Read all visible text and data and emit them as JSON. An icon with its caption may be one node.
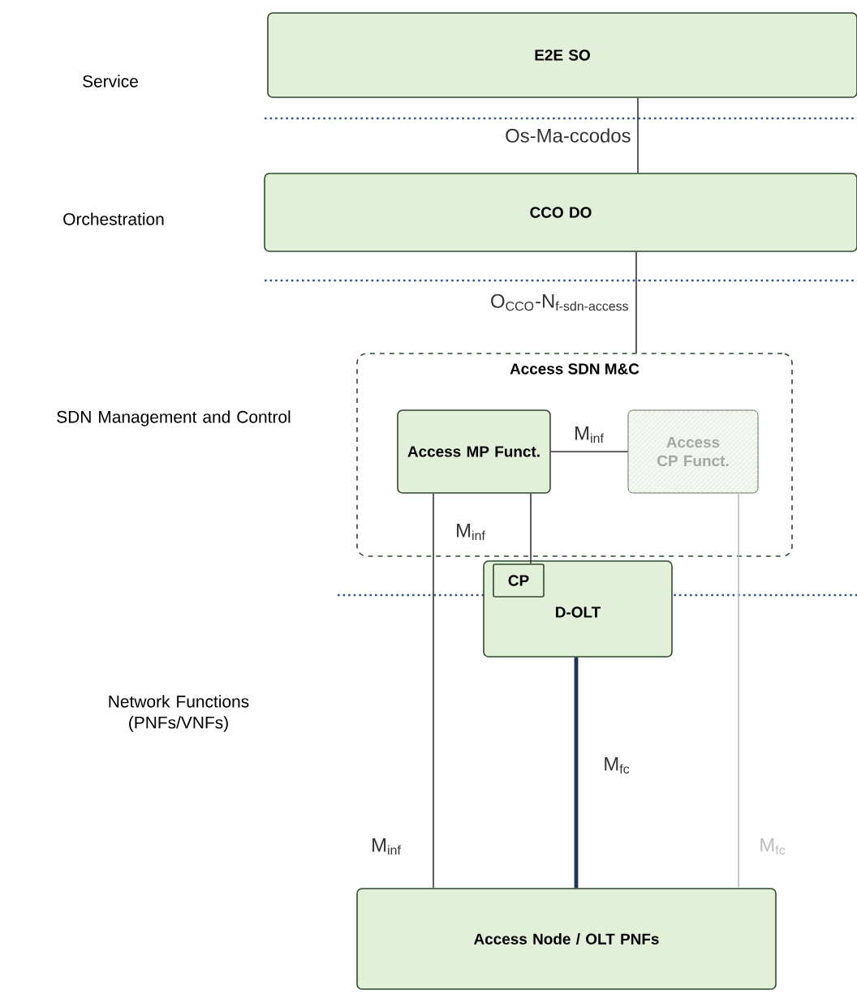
{
  "diagram": {
    "nodes": [
      {
        "text": [
          "E2E SO"
        ]
      },
      {
        "text": [
          "CCO DO"
        ]
      },
      {
        "text": [
          "Access SDN M&C"
        ]
      },
      {
        "text": [
          "Access MP Funct."
        ],
        "in": 2
      },
      {
        "text": [
          "Access CP Funct."
        ],
        "in": 2
      },
      {
        "text": [
          "D-OLT"
        ]
      },
      {
        "text": [
          "CP"
        ],
        "in": 5
      },
      {
        "text": [
          "Access Node / OLT PNFs"
        ]
      }
    ],
    "edges": [
      {
        "from": 0,
        "to": 1,
        "arrow": "none",
        "label": "Os-Ma-ccodos"
      },
      {
        "from": 1,
        "to": 2,
        "arrow": "none",
        "label": "\\text{O}_{\\text{CCO}}\\text{-N}_{\\text{f-sdn-access}}"
      },
      {
        "from": 3,
        "to": 4,
        "arrow": "none",
        "label": "M$_{inf}$"
      },
      {
        "from": 3,
        "to": 6,
        "arrow": "none",
        "label": "M$_{inf}$"
      },
      {
        "from": 3,
        "to": 7,
        "arrow": "none",
        "label": "M$_{inf}$"
      },
      {
        "from": 5,
        "to": 7,
        "arrow": "none",
        "label": "M$_{fc}$",
        "style": "thick",
        "color": "#1f3354"
      },
      {
        "from": 4,
        "to": 7,
        "arrow": "none",
        "label": "M$_{fc}$",
        "color": "#bdbdbd"
      }
    ],
    "labels": [
      "Service",
      "Orchestration",
      "SDN Management and Control",
      "Network Functions (PNFs/VNFs)"
    ]
  }
}
